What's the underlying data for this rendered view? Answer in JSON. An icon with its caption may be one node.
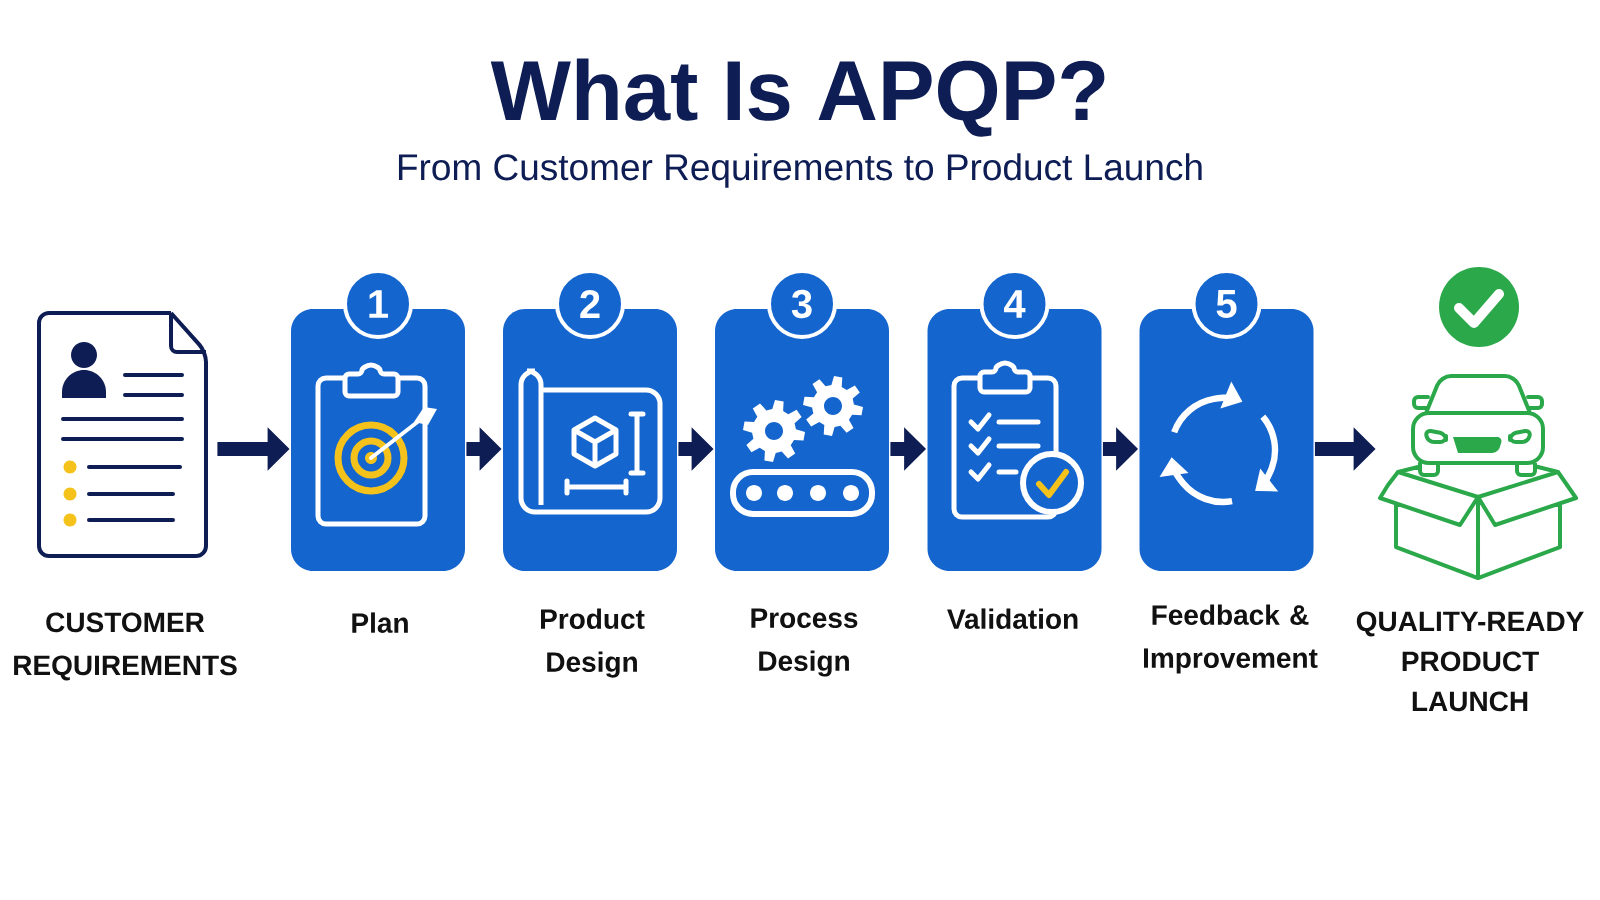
{
  "diagram": {
    "title": "What Is APQP?",
    "nodes": [
      {
        "text": [
          "CUSTOMER REQUIREMENTS"
        ]
      },
      {
        "text": [
          "1",
          "Plan"
        ]
      },
      {
        "text": [
          "2",
          "Product Design"
        ]
      },
      {
        "text": [
          "3",
          "Process Design"
        ]
      },
      {
        "text": [
          "4",
          "Validation"
        ]
      },
      {
        "text": [
          "5",
          "Feedback & Improvement"
        ]
      },
      {
        "text": [
          "QUALITY-READY PRODUCT LAUNCH"
        ]
      }
    ],
    "edges": [
      {
        "from": 0,
        "to": 1,
        "arrow": "to"
      },
      {
        "from": 1,
        "to": 2,
        "arrow": "to"
      },
      {
        "from": 2,
        "to": 3,
        "arrow": "to"
      },
      {
        "from": 3,
        "to": 4,
        "arrow": "to"
      },
      {
        "from": 4,
        "to": 5,
        "arrow": "to"
      },
      {
        "from": 5,
        "to": 6,
        "arrow": "to"
      }
    ],
    "labels": [
      "From Customer Requirements to Product Launch"
    ]
  }
}
